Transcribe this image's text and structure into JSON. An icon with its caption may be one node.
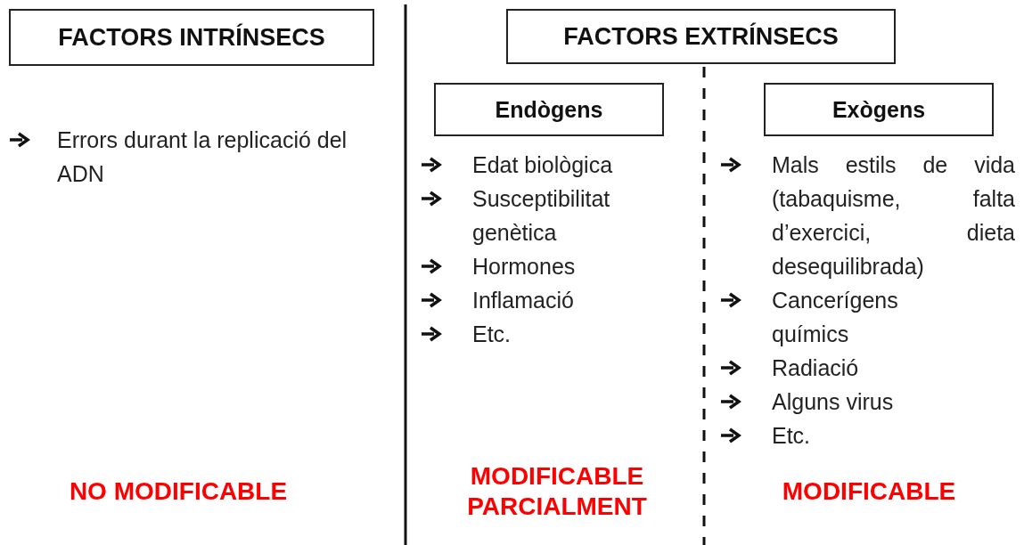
{
  "diagram": {
    "nodes": [
      {
        "text": [
          "FACTORS INTRÍNSECS"
        ]
      },
      {
        "text": [
          "FACTORS EXTRÍNSECS"
        ]
      },
      {
        "text": [
          "Endògens"
        ]
      },
      {
        "text": [
          "Exògens"
        ]
      }
    ],
    "labels": [
      "Errors durant la replicació del ADN",
      "Edat biològica",
      "Susceptibilitat genètica",
      "Hormones",
      "Inflamació",
      "Etc.",
      "Mals estils de vida (tabaquisme, falta d’exercici, dieta desequilibrada)",
      "Cancerígens químics",
      "Radiació",
      "Alguns virus",
      "Etc.",
      "NO MODIFICABLE",
      "MODIFICABLE PARCIALMENT",
      "MODIFICABLE"
    ]
  }
}
